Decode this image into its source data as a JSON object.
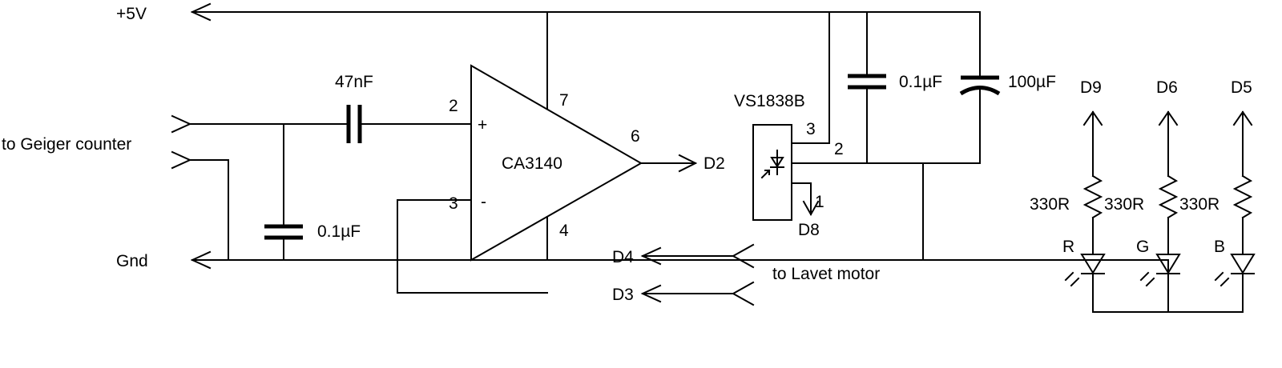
{
  "rails": {
    "vcc": "+5V",
    "gnd": "Gnd"
  },
  "inputs": {
    "geiger": "to Geiger counter",
    "lavet": "to Lavet motor"
  },
  "opamp": {
    "name": "CA3140",
    "pin_noninv": "2",
    "pin_inv": "3",
    "pin_vplus": "7",
    "pin_vminus": "4",
    "pin_out": "6",
    "sign_plus": "+",
    "sign_minus": "-"
  },
  "components": {
    "c_coupling": "47nF",
    "c_input": "0.1µF",
    "c_decoupling": "0.1µF",
    "c_bulk": "100µF"
  },
  "ir_receiver": {
    "name": "VS1838B",
    "pin1": "1",
    "pin2": "2",
    "pin3": "3"
  },
  "pins": {
    "d2": "D2",
    "d3": "D3",
    "d4": "D4",
    "d5": "D5",
    "d6": "D6",
    "d8": "D8",
    "d9": "D9"
  },
  "leds": [
    {
      "color": "R",
      "pin": "D9",
      "resistor": "330R"
    },
    {
      "color": "G",
      "pin": "D6",
      "resistor": "330R"
    },
    {
      "color": "B",
      "pin": "D5",
      "resistor": "330R"
    }
  ]
}
